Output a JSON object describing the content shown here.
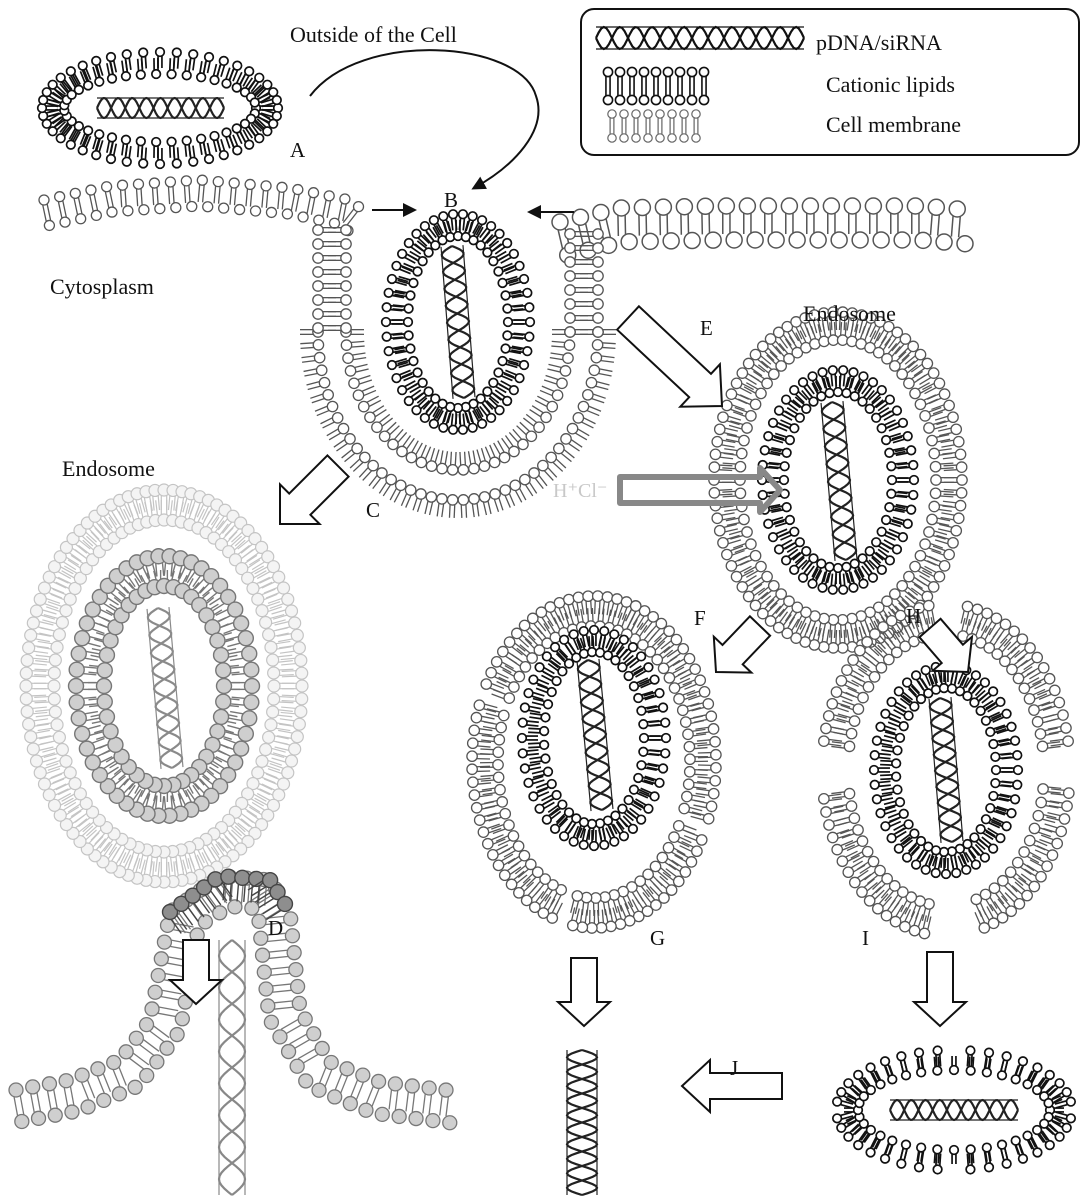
{
  "header": {
    "outside_label": "Outside of the Cell"
  },
  "legend": {
    "items": [
      {
        "key": "dna",
        "label": "pDNA/siRNA"
      },
      {
        "key": "cationic",
        "label": "Cationic lipids"
      },
      {
        "key": "membrane",
        "label": "Cell membrane"
      }
    ]
  },
  "regions": {
    "cytoplasm": "Cytosplasm",
    "endosome_right": "Endosome",
    "endosome_left": "Endosome",
    "ion_label": "H⁺Cl⁻"
  },
  "steps": {
    "A": "A",
    "B": "B",
    "C": "C",
    "D": "D",
    "E": "E",
    "F": "F",
    "G": "G",
    "H": "H",
    "I": "I",
    "J": "J"
  }
}
